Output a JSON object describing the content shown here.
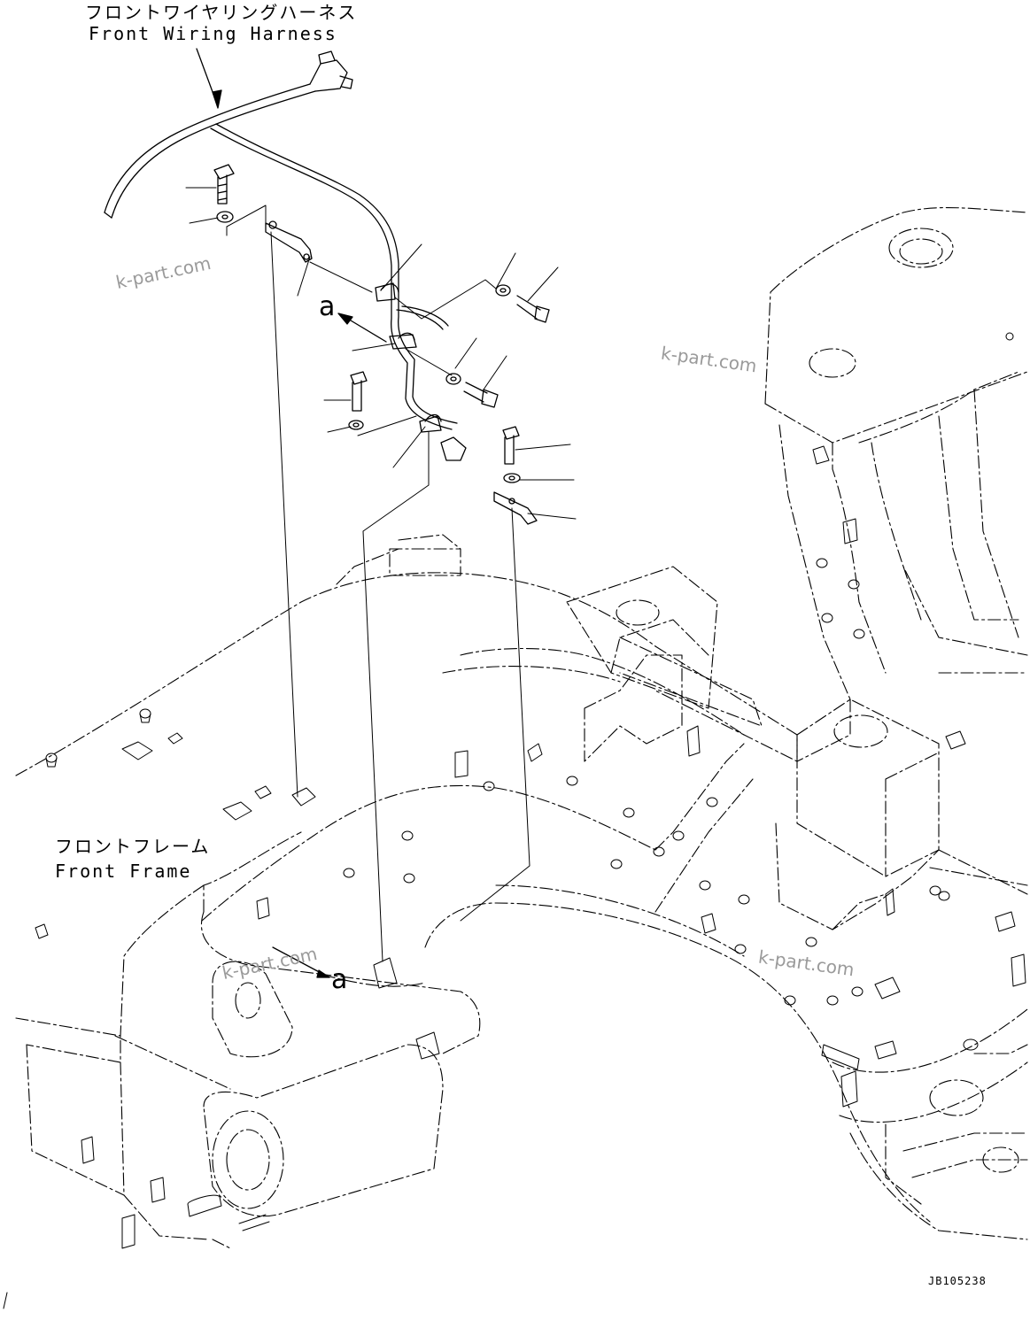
{
  "labels": {
    "harness_jp": "フロントワイヤリングハーネス",
    "harness_en": "Front Wiring Harness",
    "frame_jp": "フロントフレーム",
    "frame_en": "Front Frame",
    "view_a_upper": "a",
    "view_a_lower": "a",
    "drawing_code": "JB105238"
  },
  "watermarks": [
    "k-part.com",
    "k-part.com",
    "k-part.com",
    "k-part.com"
  ],
  "colors": {
    "line": "#000000",
    "watermark": "#9a9a9a",
    "background": "#ffffff"
  }
}
